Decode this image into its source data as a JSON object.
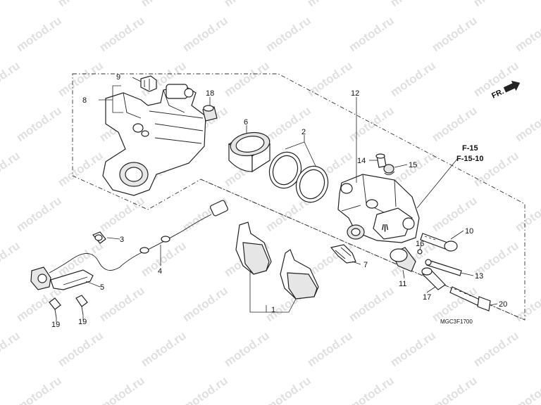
{
  "watermark": "motod.ru",
  "diagram_code": "MGC3F1700",
  "direction_label": "FR.",
  "references": [
    "F-15",
    "F-15-10"
  ],
  "callouts": [
    "1",
    "2",
    "3",
    "4",
    "5",
    "6",
    "7",
    "8",
    "9",
    "10",
    "11",
    "12",
    "13",
    "14",
    "15",
    "16",
    "17",
    "18",
    "19",
    "19",
    "20"
  ]
}
